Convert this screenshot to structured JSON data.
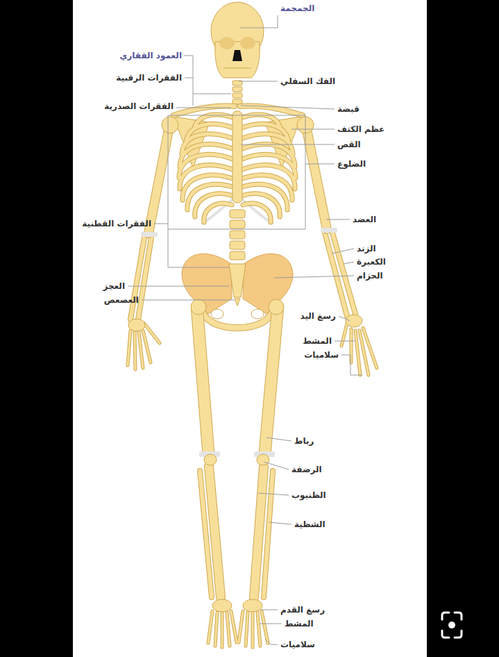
{
  "diagram": {
    "labels": [
      "الجمجمة",
      "العمود الفقاري",
      "الفقرات الرقبية",
      "الفقرات الصدرية",
      "الفقرات القطنية",
      "العجز",
      "العصعص",
      "الفك السفلي",
      "قبضة",
      "عظم الكتف",
      "القص",
      "الضلوع",
      "العضد",
      "الزند",
      "الكعبرة",
      "الحزام",
      "رسغ اليد",
      "المشط",
      "سلاميات",
      "رباط",
      "الرضفة",
      "الظنبوب",
      "الشظية",
      "رسغ القدم",
      "المشط",
      "سلاميات"
    ]
  }
}
